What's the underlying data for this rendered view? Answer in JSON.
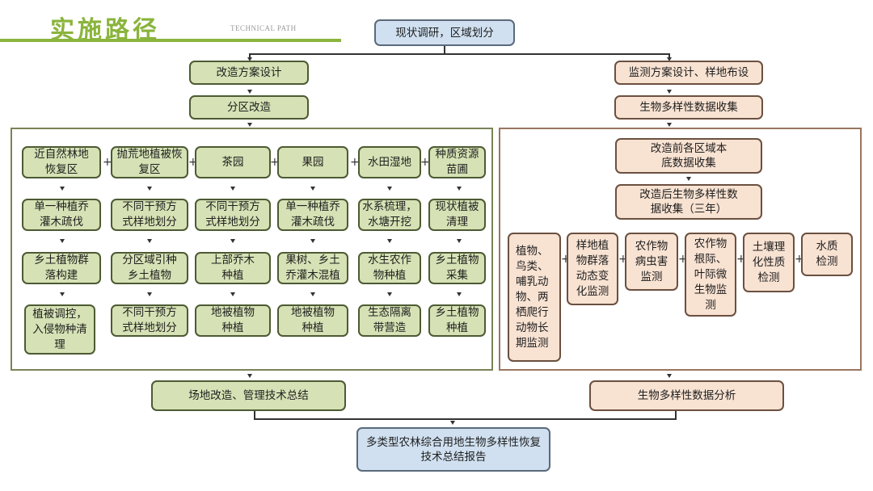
{
  "header": {
    "title": "实施路径",
    "subtitle": "TECHNICAL PATH"
  },
  "colors": {
    "accent_green": "#8ab43c",
    "box_blue": "#d0e0f0",
    "box_green": "#d6e2b5",
    "box_peach": "#f8e2d2"
  },
  "top": {
    "start": "现状调研，区域划分"
  },
  "left_branch": {
    "design": "改造方案设计",
    "zoning": "分区改造",
    "columns": [
      {
        "zone": "近自然林地恢复区",
        "steps": [
          "单一种植乔灌木疏伐",
          "乡土植物群落构建",
          "植被调控，入侵物种清理"
        ]
      },
      {
        "zone": "抛荒地植被恢复区",
        "steps": [
          "不同干预方式样地划分",
          "分区域引种乡土植物",
          "不同干预方式样地划分"
        ]
      },
      {
        "zone": "茶园",
        "steps": [
          "不同干预方式样地划分",
          "上部乔木种植",
          "地被植物种植"
        ]
      },
      {
        "zone": "果园",
        "steps": [
          "单一种植乔灌木疏伐",
          "果树、乡土乔灌木混植",
          "地被植物种植"
        ]
      },
      {
        "zone": "水田湿地",
        "steps": [
          "水系梳理，水塘开挖",
          "水生农作物种植",
          "生态隔离带营造"
        ]
      },
      {
        "zone": "种质资源苗圃",
        "steps": [
          "现状植被清理",
          "乡土植物采集",
          "乡土植物种植"
        ]
      }
    ],
    "summary": "场地改造、管理技术总结"
  },
  "right_branch": {
    "design": "监测方案设计、样地布设",
    "collection": "生物多样性数据收集",
    "baseline": "改造前各区域本底数据收集",
    "post": "改造后生物多样性数据收集（三年）",
    "monitors": [
      "植物、鸟类、哺乳动物、两栖爬行动物长期监测",
      "样地植物群落动态变化监测",
      "农作物病虫害监测",
      "农作物根际、叶际微生物监测",
      "土壤理化性质检测",
      "水质检测"
    ],
    "summary": "生物多样性数据分析"
  },
  "final": {
    "report": "多类型农林综合用地生物多样性恢复技术总结报告"
  },
  "symbols": {
    "plus": "+"
  }
}
